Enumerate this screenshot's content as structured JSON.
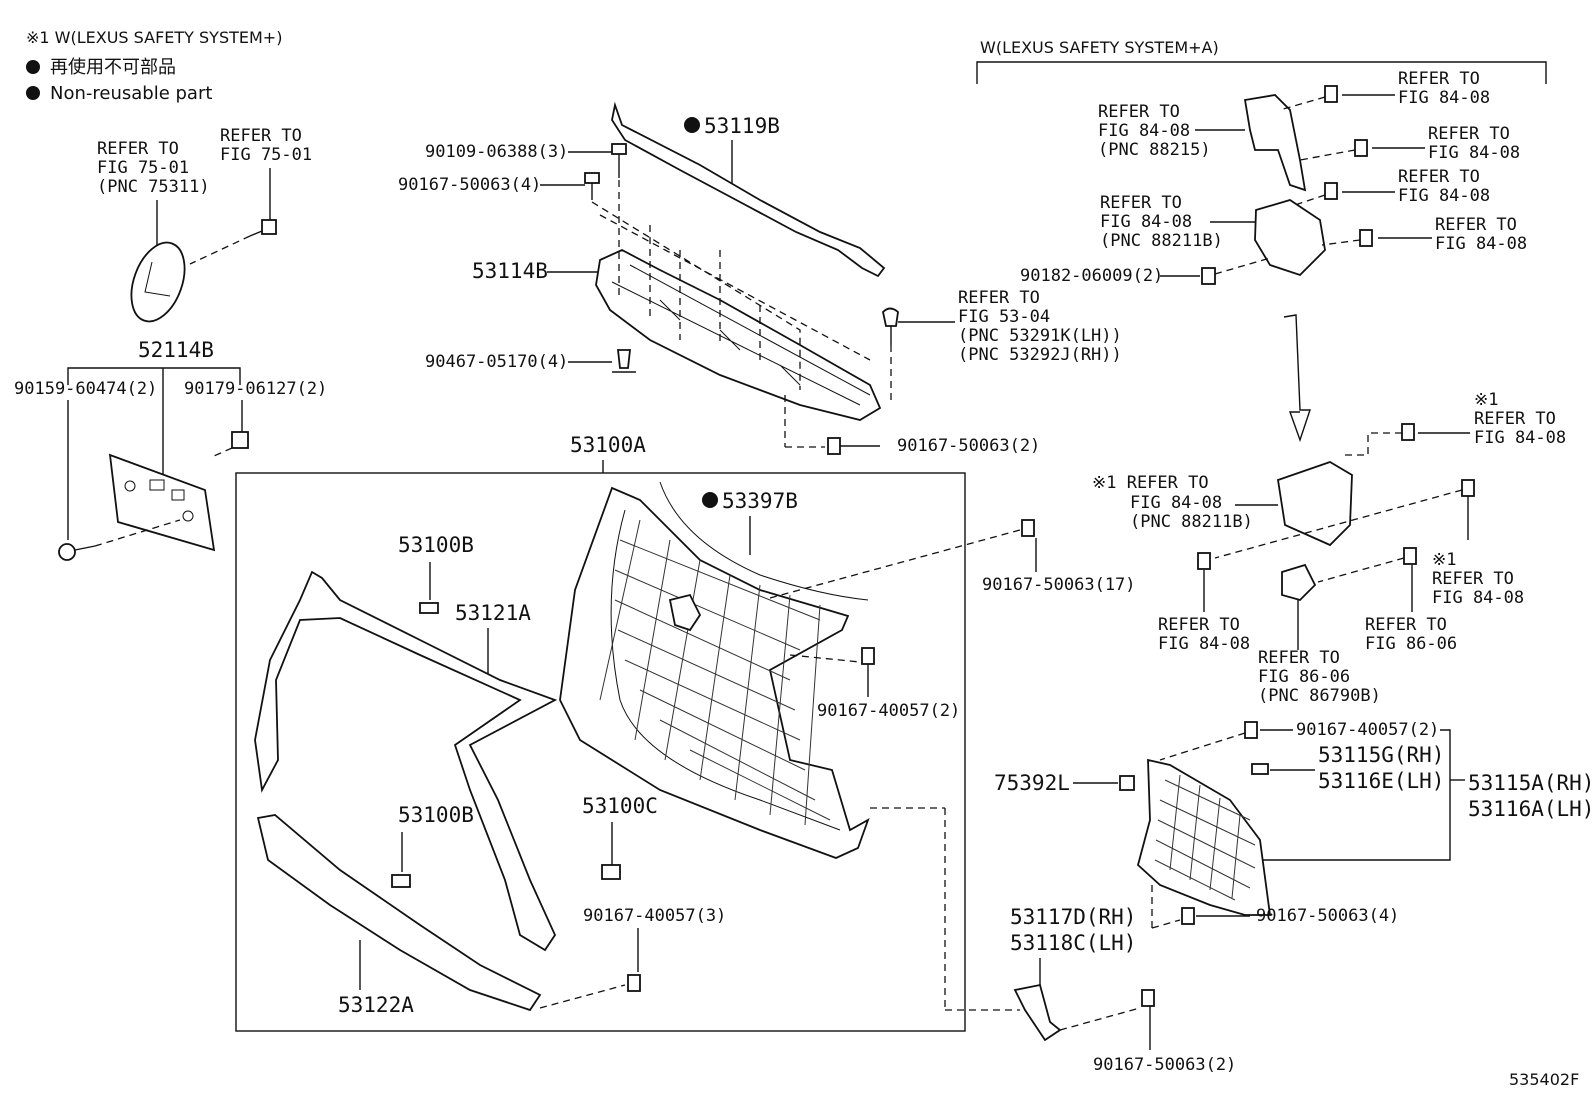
{
  "legend": {
    "note_line": "※1 W(LEXUS SAFETY SYSTEM+)",
    "line_jp": "再使用不可部品",
    "line_en": "Non-reusable part"
  },
  "bracket_title": "W(LEXUS SAFETY SYSTEM+A)",
  "diagram_id": "535402F",
  "labels": {
    "emblem_ref": [
      "REFER TO",
      "FIG 75-01",
      "(PNC 75311)"
    ],
    "emblem_bolt_ref": [
      "REFER TO",
      "FIG 75-01"
    ],
    "p52114B": "52114B",
    "p90159": "90159-60474(2)",
    "p90179": "90179-06127(2)",
    "p53119B": "53119B",
    "p90109": "90109-06388(3)",
    "p90167_50063_4a": "90167-50063(4)",
    "p53114B": "53114B",
    "p90467": "90467-05170(4)",
    "clip_ref": [
      "REFER TO",
      "FIG 53-04",
      "(PNC 53291K(LH))",
      "(PNC 53292J(RH))"
    ],
    "p90167_50063_2a": "90167-50063(2)",
    "p53100A": "53100A",
    "p53397B": "53397B",
    "p53100B_1": "53100B",
    "p53121A": "53121A",
    "p90167_50063_17": "90167-50063(17)",
    "p90167_40057_2a": "90167-40057(2)",
    "p53100B_2": "53100B",
    "p53100C": "53100C",
    "p90167_40057_3": "90167-40057(3)",
    "p53122A": "53122A",
    "p53117D": "53117D(RH)",
    "p53118C": "53118C(LH)",
    "p90167_50063_2b": "90167-50063(2)",
    "radar_top_ref1": [
      "REFER TO",
      "FIG 84-08"
    ],
    "radar_bracket_ref": [
      "REFER TO",
      "FIG 84-08",
      "(PNC 88215)"
    ],
    "radar_top_ref2": [
      "REFER TO",
      "FIG 84-08"
    ],
    "radar_top_ref3": [
      "REFER TO",
      "FIG 84-08"
    ],
    "radar_sensor_ref": [
      "REFER TO",
      "FIG 84-08",
      "(PNC 88211B)"
    ],
    "radar_top_ref4": [
      "REFER TO",
      "FIG 84-08"
    ],
    "p90182": "90182-06009(2)",
    "ss_ref1": [
      "※1",
      "REFER TO",
      "FIG 84-08"
    ],
    "ss_sensor_ref": [
      "※1 REFER TO",
      "FIG 84-08",
      "(PNC 88211B)"
    ],
    "ss_ref2": [
      "※1",
      "REFER TO",
      "FIG 84-08"
    ],
    "ss_nut_ref": [
      "REFER TO",
      "FIG 84-08"
    ],
    "ss_ref86a": [
      "REFER TO",
      "FIG 86-06"
    ],
    "ss_cam_ref": [
      "REFER TO",
      "FIG 86-06",
      "(PNC 86790B)"
    ],
    "p90167_40057_2b": "90167-40057(2)",
    "p53115G": "53115G(RH)",
    "p53116E": "53116E(LH)",
    "p53115A": "53115A(RH)",
    "p53116A": "53116A(LH)",
    "p75392L": "75392L",
    "p90167_50063_4b": "90167-50063(4)"
  }
}
